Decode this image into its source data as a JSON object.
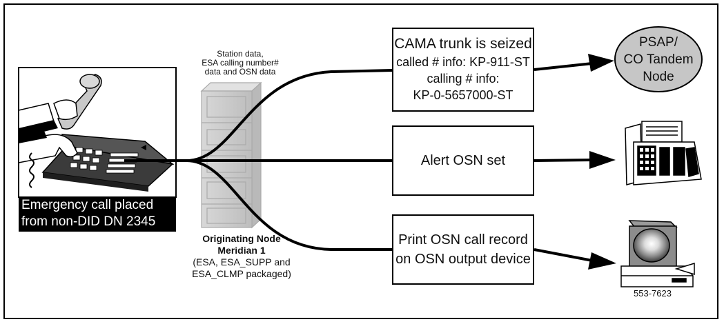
{
  "caller": {
    "caption_line1": "Emergency call placed",
    "caption_line2": "from non-DID DN 2345",
    "icon": "hand-dialing-phone-icon"
  },
  "station_label": {
    "line1": "Station data,",
    "line2": "ESA calling number#",
    "line3": "data and OSN data"
  },
  "originating_node": {
    "line1": "Originating Node",
    "line2": "Meridian 1",
    "line3": "(ESA, ESA_SUPP and",
    "line4": "ESA_CLMP packaged)",
    "icon": "equipment-cabinet-icon"
  },
  "boxes": {
    "cama": {
      "line1": "CAMA trunk is seized",
      "line2": "called # info: KP-911-ST",
      "line3": "calling # info:",
      "line4": "KP-0-5657000-ST"
    },
    "alert": {
      "label": "Alert OSN set"
    },
    "print": {
      "line1": "Print OSN call record",
      "line2": "on OSN output device"
    }
  },
  "psap": {
    "line1": "PSAP/",
    "line2": "CO Tandem",
    "line3": "Node"
  },
  "devices": {
    "phone_icon": "osn-telephone-set-icon",
    "terminal_icon": "computer-terminal-icon"
  },
  "figure_number": "553-7623",
  "colors": {
    "caption_bg": "#000000",
    "psap_fill": "#c6c6c6",
    "cabinet": "#c8c8c8"
  }
}
